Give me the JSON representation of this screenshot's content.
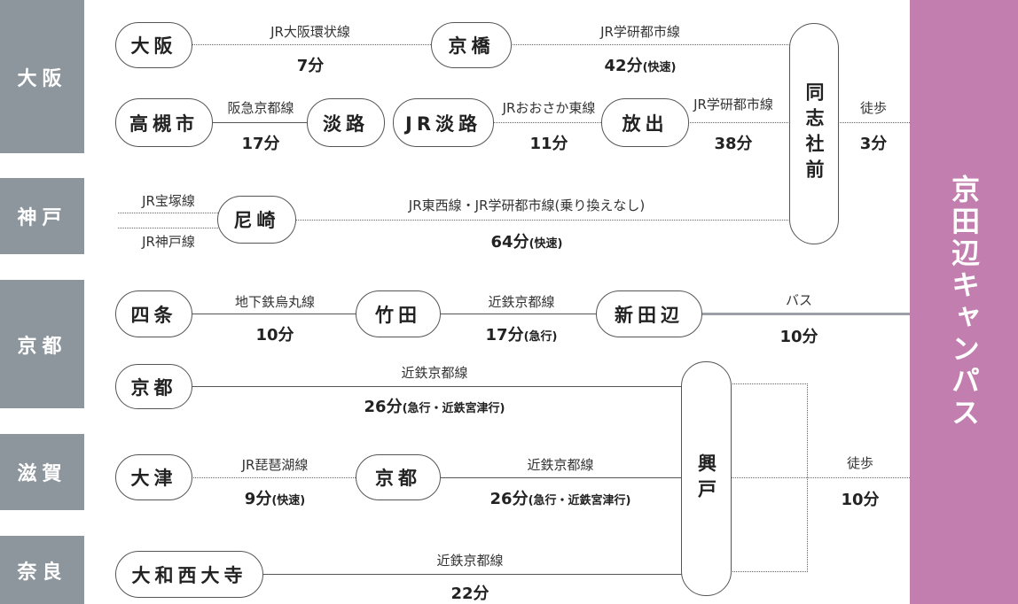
{
  "regions": {
    "osaka": "大阪",
    "kobe": "神戸",
    "kyoto": "京都",
    "shiga": "滋賀",
    "nara": "奈良"
  },
  "campus": "京田辺キャンパス",
  "stations": {
    "osaka": "大阪",
    "kyobashi": "京橋",
    "takatsuki": "高槻市",
    "awaji": "淡路",
    "jr_awaji": "JR淡路",
    "hanaten": "放出",
    "doshishamae": "同志社前",
    "amagasaki": "尼崎",
    "shijo": "四条",
    "takeda": "竹田",
    "shintanabe": "新田辺",
    "kyoto1": "京都",
    "kodo": "興戸",
    "otsu": "大津",
    "kyoto2": "京都",
    "yamato_saidaiji": "大和西大寺"
  },
  "routes": {
    "osaka_kyobashi": {
      "line": "JR大阪環状線",
      "time": "7分",
      "note": ""
    },
    "kyobashi_doshisha": {
      "line": "JR学研都市線",
      "time": "42分",
      "note": "(快速)"
    },
    "takatsuki_awaji": {
      "line": "阪急京都線",
      "time": "17分",
      "note": ""
    },
    "jrawaji_hanaten": {
      "line": "JRおおさか東線",
      "time": "11分",
      "note": ""
    },
    "hanaten_doshisha": {
      "line": "JR学研都市線",
      "time": "38分",
      "note": ""
    },
    "doshisha_campus": {
      "line": "徒歩",
      "time": "3分",
      "note": ""
    },
    "takarazuka": {
      "line": "JR宝塚線"
    },
    "kobe_line": {
      "line": "JR神戸線"
    },
    "amagasaki_doshisha": {
      "line": "JR東西線・JR学研都市線(乗り換えなし)",
      "time": "64分",
      "note": "(快速)"
    },
    "shijo_takeda": {
      "line": "地下鉄烏丸線",
      "time": "10分",
      "note": ""
    },
    "takeda_shintanabe": {
      "line": "近鉄京都線",
      "time": "17分",
      "note": "(急行)"
    },
    "shintanabe_campus": {
      "line": "バス",
      "time": "10分",
      "note": ""
    },
    "kyoto_kodo": {
      "line": "近鉄京都線",
      "time": "26分",
      "note": "(急行・近鉄宮津行)"
    },
    "otsu_kyoto": {
      "line": "JR琵琶湖線",
      "time": "9分",
      "note": "(快速)"
    },
    "kyoto2_kodo": {
      "line": "近鉄京都線",
      "time": "26分",
      "note": "(急行・近鉄宮津行)"
    },
    "saidaiji_kodo": {
      "line": "近鉄京都線",
      "time": "22分",
      "note": ""
    },
    "kodo_campus": {
      "line": "徒歩",
      "time": "10分",
      "note": ""
    }
  }
}
